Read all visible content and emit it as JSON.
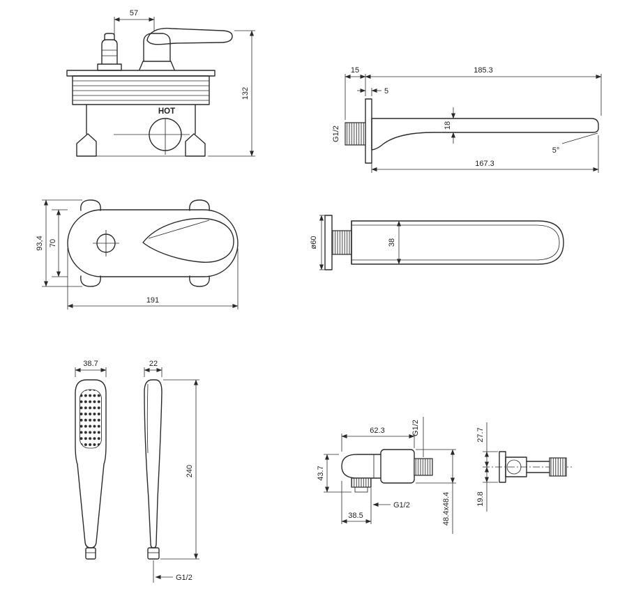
{
  "drawing": {
    "line_color": "#2a2a2a",
    "background": "#ffffff",
    "mixer_front": {
      "handle_offset": "57",
      "total_height": "132",
      "hot_label": "HOT"
    },
    "spout_side": {
      "thread_length": "15",
      "total_length": "185.3",
      "flange_thickness": "5",
      "thread_size": "G1/2",
      "spout_height": "18",
      "tip_angle": "5°",
      "spout_length": "167.3"
    },
    "mixer_top": {
      "overall_width": "93,4",
      "body_width": "70",
      "body_length": "191"
    },
    "spout_top": {
      "flange_diameter": "ø60",
      "body_width": "38"
    },
    "handshower": {
      "head_width": "38.7",
      "head_depth": "22",
      "total_length": "240",
      "thread_size": "G1/2"
    },
    "wall_elbow": {
      "body_width": "62.3",
      "wall_thread": "G1/2",
      "body_height": "43.7",
      "outlet_thread": "G1/2",
      "outlet_offset": "38.5",
      "flange_size": "48.4x48.4",
      "center_offset_top": "27.7",
      "center_offset_bottom": "19.8"
    }
  }
}
